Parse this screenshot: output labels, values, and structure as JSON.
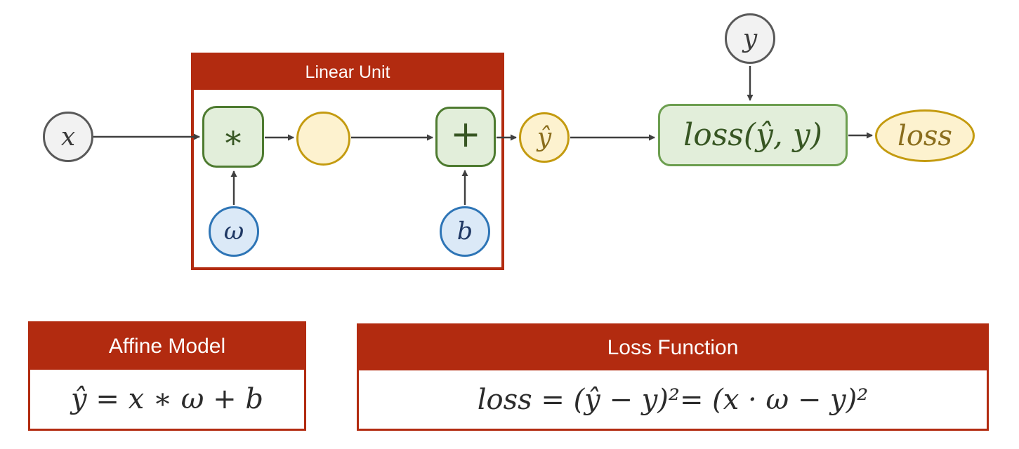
{
  "colors": {
    "red": "#B22B10",
    "green-fill": "#E2EEDA",
    "op-border": "#4E7B30",
    "loss-border": "#6C9E4F",
    "dark-green": "#375623",
    "yellow-fill": "#FDF2CF",
    "yellow-border": "#C49B10",
    "gold-text": "#8A6D1C",
    "blue-fill": "#DBE9F7",
    "blue-border": "#2E75B6",
    "blue-text": "#1F3864",
    "gray-fill": "#F2F2F2",
    "gray-border": "#595959",
    "arrow": "#3F3F3F",
    "formula-text": "#2B2B2B"
  },
  "diagram": {
    "linear_unit_title": "Linear Unit",
    "nodes": {
      "x": "x",
      "y": "y",
      "omega": "ω",
      "b": "b",
      "yhat": "ŷ",
      "multiply": "∗",
      "add": "+",
      "loss_fn": "loss(ŷ, y)",
      "loss_out": "loss"
    }
  },
  "panels": {
    "affine": {
      "title": "Affine Model",
      "formula": "ŷ = x ∗ ω + b"
    },
    "loss": {
      "title": "Loss Function",
      "formula": "loss = (ŷ − y)²= (x · ω − y)²"
    }
  }
}
